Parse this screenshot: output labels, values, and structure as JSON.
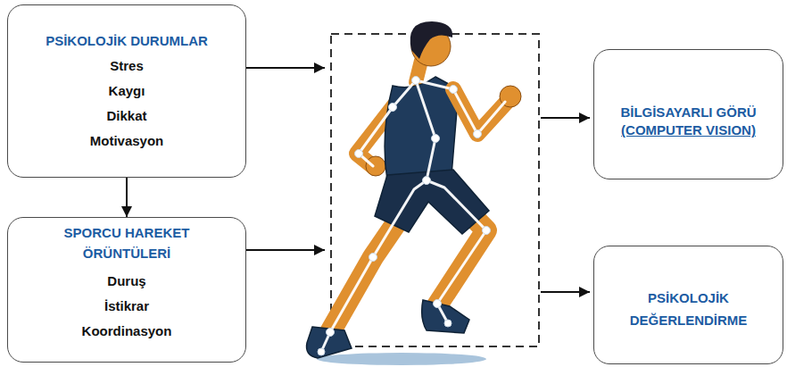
{
  "diagram": {
    "nodes": [
      {
        "text": [
          "PSİKOLOJİK DURUMLAR",
          "Stres",
          "Kaygı",
          "Dikkat",
          "Motivasyon"
        ]
      },
      {
        "text": [
          "SPORCU HAREKET ÖRÜNTÜLERİ",
          "Duruş",
          "İstikrar",
          "Koordinasyon"
        ]
      },
      {
        "text": [
          "BİLGİSAYARLI GÖRÜ",
          "(COMPUTER VISION)"
        ]
      },
      {
        "text": [
          "PSİKOLOJİK DEĞERLENDİRME"
        ]
      }
    ],
    "edges": [
      {
        "from": 0,
        "to": 1,
        "arrow": "to"
      }
    ]
  }
}
